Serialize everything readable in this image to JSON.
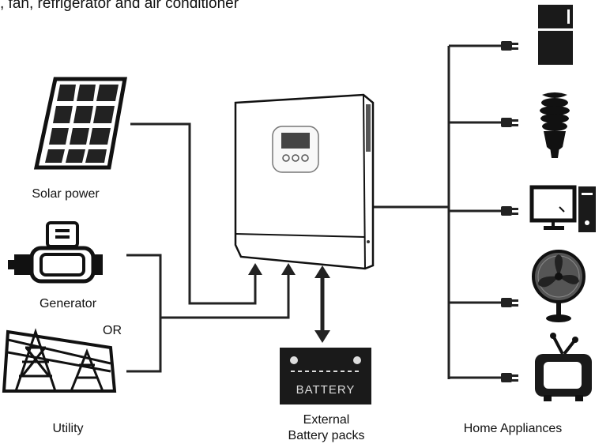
{
  "header": {
    "caption": ", fan, refrigerator and air conditioner"
  },
  "sources": {
    "solar": "Solar power",
    "generator": "Generator",
    "or": "OR",
    "utility": "Utility"
  },
  "battery": {
    "box_label": "BATTERY",
    "caption_line1": "External",
    "caption_line2": "Battery packs"
  },
  "appliances": {
    "caption": "Home Appliances"
  },
  "icons": [
    "solar-panel-icon",
    "generator-icon",
    "utility-tower-icon",
    "inverter-icon",
    "battery-icon",
    "refrigerator-icon",
    "light-bulb-icon",
    "computer-icon",
    "fan-icon",
    "tv-icon",
    "plug-icon"
  ]
}
